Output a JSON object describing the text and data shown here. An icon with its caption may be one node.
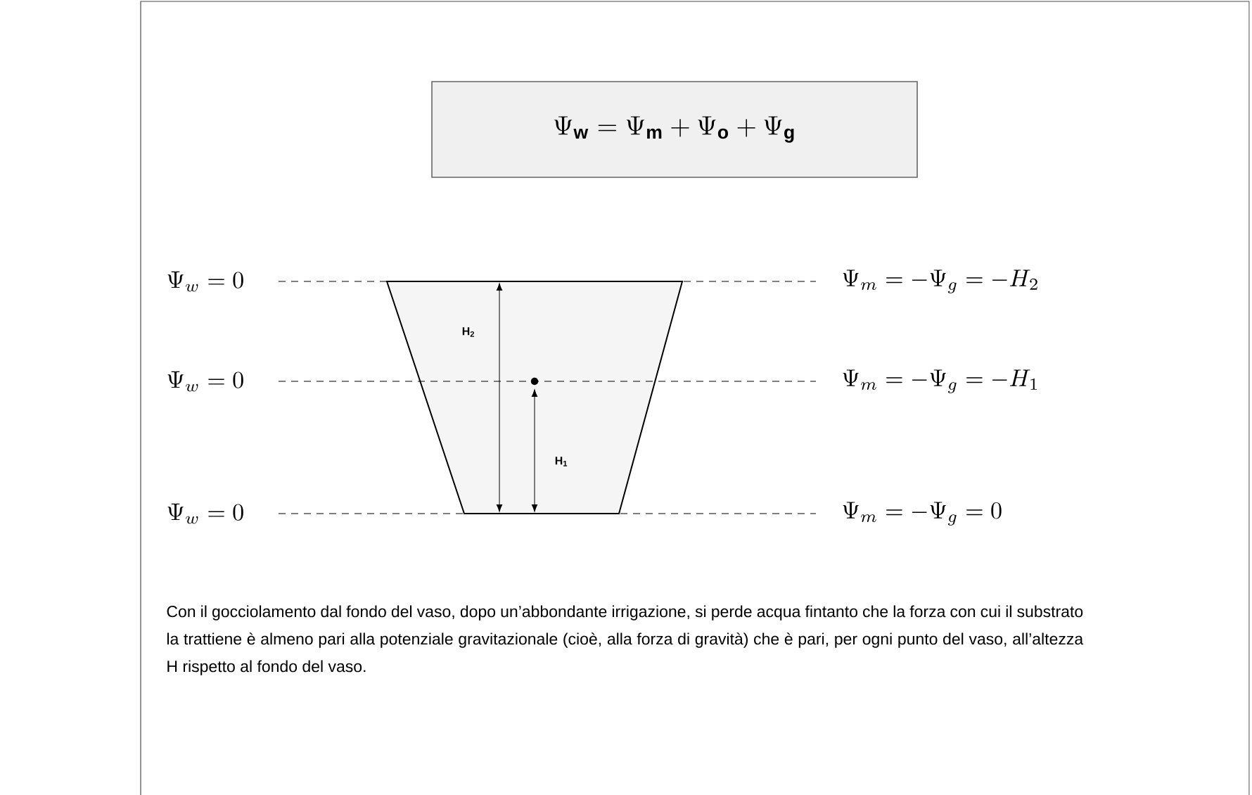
{
  "diagram": {
    "caption": "Con il gocciolamento dal fondo del vaso, dopo un’abbondante irrigazione, si perde acqua fintanto che la forza con cui il substrato la trattiene è almeno pari alla potenziale gravitazionale (cioè, alla forza di gravità) che è pari, per ogni punto del vaso, all’altezza H rispetto al fondo del vaso.",
    "nodes": [
      {
        "text": [
          "\\Psi_{\\mathbf{w}} = \\Psi_{\\mathbf{m}} + \\Psi_{\\mathbf{o}} + \\Psi_{\\mathbf{g}}"
        ]
      }
    ],
    "labels": [
      "\\Psi_{w} = 0",
      "\\Psi_{m} = -\\Psi_{g} = -H_{2}",
      "\\mathbf{H_{2}}",
      "\\Psi_{w} = 0",
      "\\Psi_{m} = -\\Psi_{g} = -H_{1}",
      "\\mathbf{H_{1}}",
      "\\Psi_{w} = 0",
      "\\Psi_{m} = -\\Psi_{g} = 0"
    ]
  }
}
